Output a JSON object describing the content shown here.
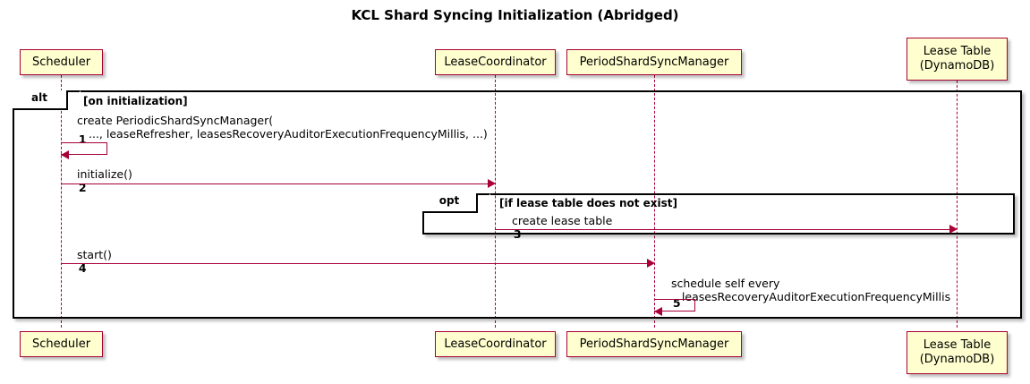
{
  "diagram": {
    "title": "KCL Shard Syncing Initialization (Abridged)",
    "type": "uml-sequence-diagram",
    "colors": {
      "participant_fill": "#FEFECE",
      "participant_border": "#A80036",
      "message_line": "#A80036",
      "frame_border": "#000000",
      "background": "#FFFFFF"
    }
  },
  "participants": [
    {
      "id": "scheduler",
      "label": "Scheduler"
    },
    {
      "id": "leasecoord",
      "label": "LeaseCoordinator"
    },
    {
      "id": "psyncmgr",
      "label": "PeriodShardSyncManager"
    },
    {
      "id": "leasetable",
      "label": "Lease Table\n(DynamoDB)"
    }
  ],
  "fragments": [
    {
      "id": "alt-on-initialization",
      "operator": "alt",
      "guard": "[on initialization]"
    },
    {
      "id": "opt-lease-table",
      "operator": "opt",
      "guard": "[if lease table does not exist]"
    }
  ],
  "messages": [
    {
      "number": "1",
      "from": "scheduler",
      "to": "scheduler",
      "self": true,
      "label_line1": "create PeriodicShardSyncManager(",
      "label_line2": "..., leaseRefresher, leasesRecoveryAuditorExecutionFrequencyMillis, ...)"
    },
    {
      "number": "2",
      "from": "scheduler",
      "to": "leasecoord",
      "self": false,
      "label_line1": "initialize()",
      "label_line2": ""
    },
    {
      "number": "3",
      "from": "leasecoord",
      "to": "leasetable",
      "self": false,
      "label_line1": "create lease table",
      "label_line2": ""
    },
    {
      "number": "4",
      "from": "scheduler",
      "to": "psyncmgr",
      "self": false,
      "label_line1": "start()",
      "label_line2": ""
    },
    {
      "number": "5",
      "from": "psyncmgr",
      "to": "psyncmgr",
      "self": true,
      "label_line1": "schedule self every",
      "label_line2": "   leasesRecoveryAuditorExecutionFrequencyMillis"
    }
  ]
}
